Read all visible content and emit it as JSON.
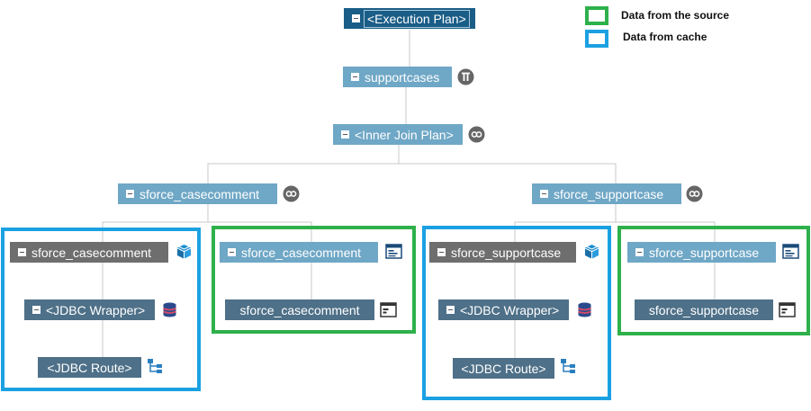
{
  "legend": {
    "source_label": "Data from the source",
    "cache_label": "Data from cache",
    "source_color": "#2eb04b",
    "cache_color": "#1ba1e2"
  },
  "nodes": {
    "root": "<Execution Plan>",
    "supportcases": "supportcases",
    "join": "<Inner Join Plan>",
    "left": "sforce_casecomment",
    "right": "sforce_supportcase",
    "cc_cache": "sforce_casecomment",
    "cc_jdbc_wrapper": "<JDBC Wrapper>",
    "cc_jdbc_route": "<JDBC Route>",
    "cc_source": "sforce_casecomment",
    "cc_source_child": "sforce_casecomment",
    "sc_cache": "sforce_supportcase",
    "sc_jdbc_wrapper": "<JDBC Wrapper>",
    "sc_jdbc_route": "<JDBC Route>",
    "sc_source": "sforce_supportcase",
    "sc_source_child": "sforce_supportcase"
  },
  "colors": {
    "root_node": "#1a5d87",
    "plan_node": "#6fa7c6",
    "leaf_node": "#4e7088",
    "cache_node": "#6e6e6e",
    "connector": "#c8c8c8"
  }
}
